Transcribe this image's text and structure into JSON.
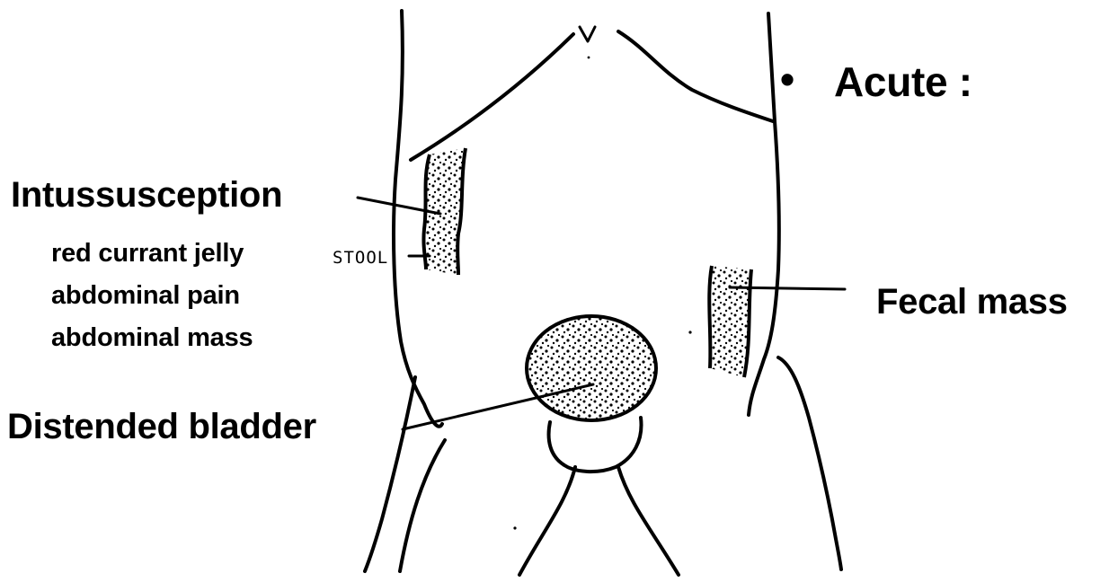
{
  "figure": {
    "title": "Acute :",
    "bullet": "•",
    "labels": {
      "intussusception": "Intussusception",
      "intussusception_notes": [
        "red currant jelly",
        "abdominal pain",
        "abdominal mass"
      ],
      "stool_handwritten": "STOOL",
      "fecal_mass": "Fecal mass",
      "distended_bladder": "Distended bladder"
    }
  }
}
